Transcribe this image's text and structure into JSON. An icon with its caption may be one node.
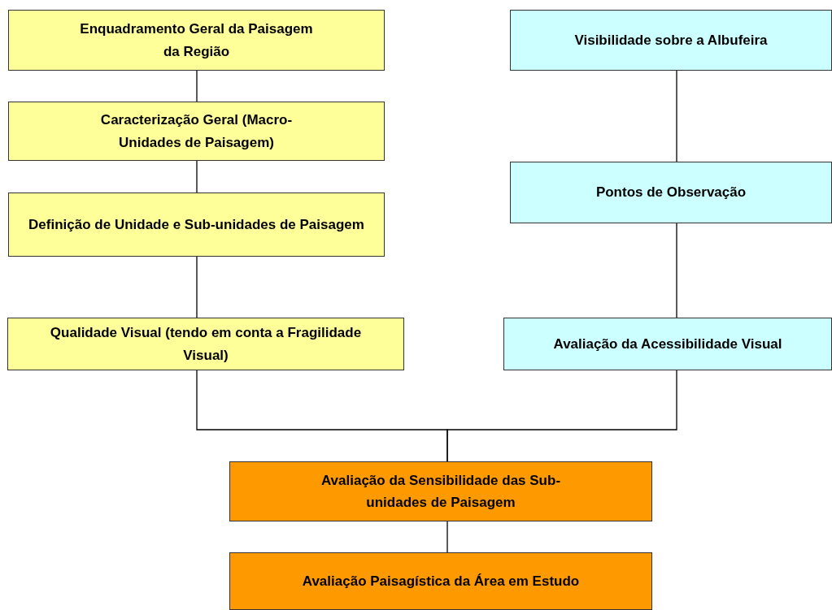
{
  "diagram": {
    "nodes": [
      {
        "text": [
          "Enquadramento Geral da Paisagem da Região"
        ]
      },
      {
        "text": [
          "Caracterização Geral (Macro-Unidades de Paisagem)"
        ]
      },
      {
        "text": [
          "Definição de Unidade e Sub-unidades de Paisagem"
        ]
      },
      {
        "text": [
          "Qualidade Visual (tendo em conta a Fragilidade Visual)"
        ]
      },
      {
        "text": [
          "Visibilidade sobre a Albufeira"
        ]
      },
      {
        "text": [
          "Pontos de Observação"
        ]
      },
      {
        "text": [
          "Avaliação da Acessibilidade Visual"
        ]
      },
      {
        "text": [
          "Avaliação da Sensibilidade das Sub-unidades de Paisagem"
        ]
      },
      {
        "text": [
          "Avaliação Paisagística da Área em Estudo"
        ]
      }
    ],
    "edges": [
      {
        "from": 0,
        "to": 1,
        "arrow": "none"
      },
      {
        "from": 1,
        "to": 2,
        "arrow": "none"
      },
      {
        "from": 2,
        "to": 3,
        "arrow": "none"
      },
      {
        "from": 4,
        "to": 5,
        "arrow": "none"
      },
      {
        "from": 5,
        "to": 6,
        "arrow": "none"
      },
      {
        "from": 3,
        "to": 7,
        "arrow": "none"
      },
      {
        "from": 6,
        "to": 7,
        "arrow": "none"
      },
      {
        "from": 7,
        "to": 8,
        "arrow": "none"
      }
    ]
  }
}
